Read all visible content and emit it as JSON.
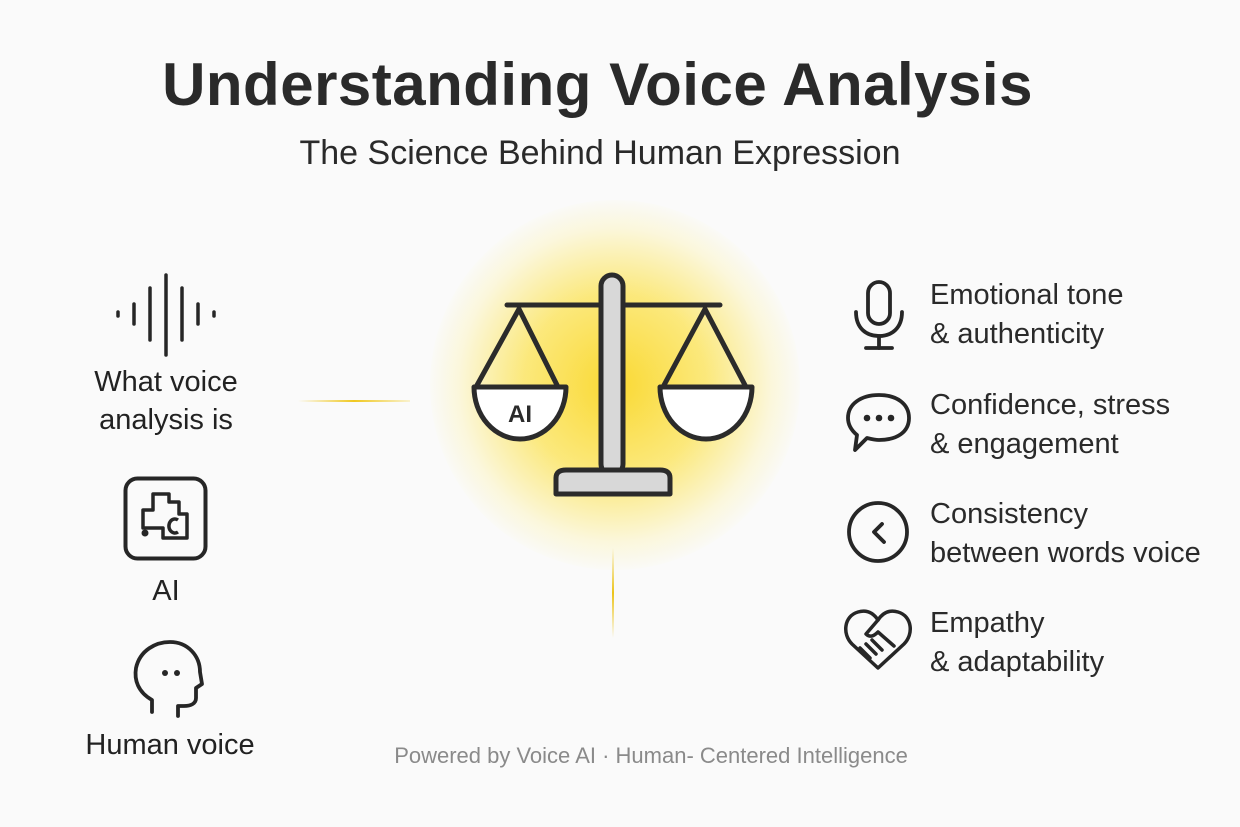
{
  "header": {
    "title": "Understanding Voice Analysis",
    "subtitle": "The Science Behind Human Expression"
  },
  "left": {
    "items": [
      {
        "icon": "sound-wave-icon",
        "label_line1": "What voice",
        "label_line2": "analysis is"
      },
      {
        "icon": "ai-chip-icon",
        "label_line1": "AI"
      },
      {
        "icon": "human-head-icon",
        "label_line1": "Human voice"
      }
    ]
  },
  "center": {
    "icon": "balance-scale-icon",
    "left_pan_label": "AI",
    "accent_color": "#f5d020"
  },
  "right": {
    "items": [
      {
        "icon": "microphone-icon",
        "line1": "Emotional tone",
        "line2": "& authenticity"
      },
      {
        "icon": "speech-bubble-icon",
        "line1": "Confidence, stress",
        "line2": "& engagement"
      },
      {
        "icon": "clock-icon",
        "line1": "Consistency",
        "line2": "between words voice"
      },
      {
        "icon": "heart-handshake-icon",
        "line1": "Empathy",
        "line2": "& adaptability"
      }
    ]
  },
  "footer": {
    "text": "Powered by Voice AI · Human- Centered Intelligence"
  }
}
